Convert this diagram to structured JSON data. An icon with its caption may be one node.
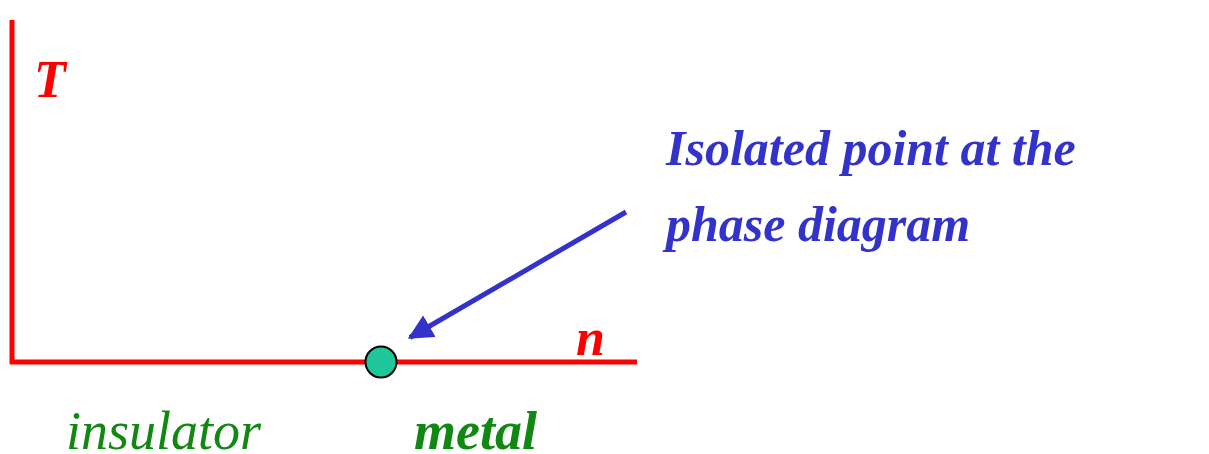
{
  "diagram": {
    "nodes": [
      {
        "text": [
          "Isolated point at the phase diagram"
        ]
      },
      {
        "text": [],
        "shape": "circle"
      }
    ],
    "edges": [
      {
        "from": 0,
        "to": 1,
        "arrow": "to"
      }
    ],
    "labels": [
      "T",
      "n",
      "insulator",
      "metal"
    ]
  }
}
